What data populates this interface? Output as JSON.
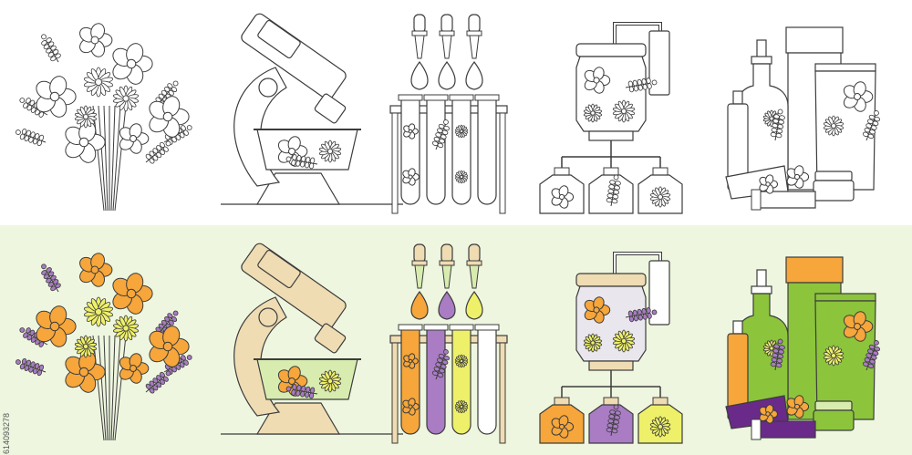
{
  "stock_id": "614093278",
  "colors": {
    "line": "#3c3c3c",
    "bottom_background": "#eef6df",
    "orange": "#f6a63a",
    "lavender": "#a97cc4",
    "yellow": "#eef06a",
    "leaf_green": "#8cc43c",
    "tan": "#efdcb3",
    "purple_tube": "#6a2a8a",
    "pale_green": "#d8ecb0"
  },
  "illustrations": [
    {
      "subject": "flowering-plant",
      "icon": "flower-bush-icon"
    },
    {
      "subject": "microscope",
      "icon": "microscope-icon"
    },
    {
      "subject": "test-tubes-and-droppers",
      "icon": "test-tubes-icon"
    },
    {
      "subject": "distillation-apparatus",
      "icon": "distiller-icon"
    },
    {
      "subject": "cosmetic-bottles",
      "icon": "cosmetics-icon"
    }
  ]
}
